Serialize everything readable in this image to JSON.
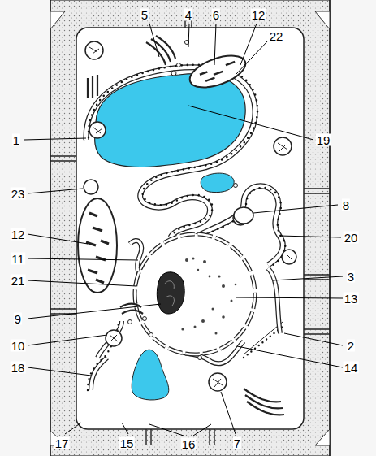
{
  "diagram": {
    "labels": [
      "5",
      "4",
      "6",
      "12",
      "22",
      "19",
      "1",
      "23",
      "8",
      "20",
      "12",
      "11",
      "21",
      "3",
      "13",
      "9",
      "2",
      "10",
      "18",
      "14",
      "17",
      "15",
      "16",
      "7"
    ]
  }
}
